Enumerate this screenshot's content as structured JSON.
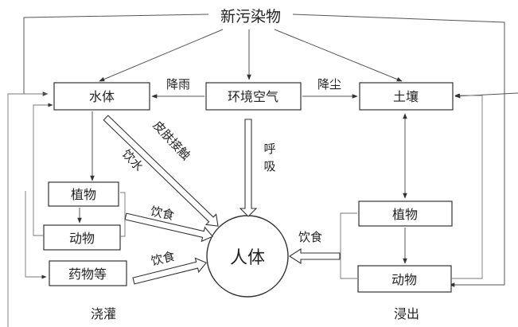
{
  "nodes": {
    "new_pollutants": "新污染物",
    "water": "水体",
    "air": "环境空气",
    "soil": "土壤",
    "plants_left": "植物",
    "animals_left": "动物",
    "drugs": "药物等",
    "human": "人体",
    "plants_right": "植物",
    "animals_right": "动物"
  },
  "labels": {
    "rain": "降雨",
    "dust": "降尘",
    "skin_contact": "皮肤接触",
    "drinking_water": "饮水",
    "breathing": "呼吸",
    "diet_left": "饮食",
    "diet_drugs": "饮食",
    "diet_right": "饮食",
    "irrigation": "浇灌",
    "leaching": "浸出"
  }
}
